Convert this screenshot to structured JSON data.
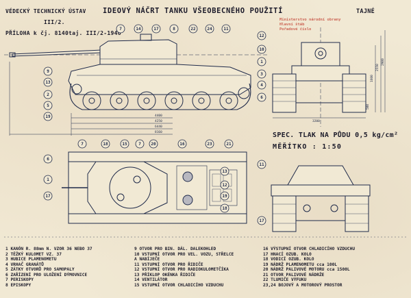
{
  "header": {
    "org_line1": "VÉDECKÝ TECHNICKÝ ÚSTAV",
    "org_line2": "III/2.",
    "attachment": "PŘÍLOHA k čj. 8140taj. III/2-1946",
    "title": "IDEOVÝ NÁČRT TANKU VŠEOBECNÉHO POUŽITÍ",
    "classification": "TAJNÉ"
  },
  "stamp_lines": [
    "Ministerstvo národní obrany",
    "Hlavní štáb",
    "Pořadové číslo"
  ],
  "spec": {
    "ground_pressure": "SPEC. TLAK NA PŮDU 0,5 kg/cm²",
    "scale": "MĚŘÍTKO : 1:50"
  },
  "dimensions": {
    "side_lengths": [
      "4400",
      "4250",
      "6440",
      "8160"
    ],
    "front_width": "3200",
    "front_heights": [
      "1600",
      "2550",
      "2900"
    ],
    "ground_clearance": "500"
  },
  "callouts": {
    "top_side": [
      "7",
      "14",
      "17",
      "8",
      "22",
      "24",
      "11",
      "12"
    ],
    "left_side": [
      "9",
      "13",
      "2",
      "5",
      "19"
    ],
    "middle_front": [
      "10",
      "1",
      "3",
      "4",
      "6"
    ],
    "top_plan": [
      "7",
      "18",
      "15",
      "7",
      "20",
      "16",
      "23",
      "21"
    ],
    "left_plan": [
      "6",
      "1",
      "17"
    ],
    "right_plan": [
      "11",
      "13",
      "12",
      "19",
      "18",
      "17"
    ]
  },
  "legend": {
    "col1": [
      "1 KANÓN R. 88mm N. VZOR 36 NEBO 37",
      "2 TĚŽKÝ KULOMET VZ. 37",
      "3 HUBICE PLAMENOMETU",
      "4 VRHAČ GRANÁTŮ",
      "5 ZÁTKY OTVORŮ PRO SAMOPALY",
      "6 ZAŘÍZENÍ PRO ULOŽENÍ DÝMOVNICE",
      "7 PERISKOPY",
      "8 EPISKOPY"
    ],
    "col2": [
      "9 OTVOR PRO BIN. DÁL. DALEKOHLED",
      "10 VSTUPNÍ OTVOR PRO VEL. VOZU, STŘELCE",
      "   A NABÍJEČE",
      "11 VSTUPNÍ OTVOR PRO ŘIDIČE",
      "12 VSTUPNÍ OTVOR PRO RADIOKULOMETČÍKA",
      "13 PŘÍKLOP OKÉNKA ŘIDIČE",
      "14 VENTILÁTOR",
      "15 VSTUPNÍ OTVOR CHLADICÍHO VZDUCHU"
    ],
    "col3": [
      "16 VÝSTUPNÍ OTVOR CHLADICÍHO VZDUCHU",
      "17 HNACÍ OZUB. KOLO",
      "18 VODICÍ OZUB. KOLO",
      "19 NÁDRŽ PLAMENOMETU  cca 100L",
      "20 NÁDRŽ PALIVOVÉ MOTORU  cca 1500L",
      "21 OTVOR PALIVOVÉ NÁDRŽE",
      "22 TLUMIČE VÝFUKU",
      "23,24 BOJOVÝ A MOTOROVÝ PROSTOR"
    ]
  }
}
